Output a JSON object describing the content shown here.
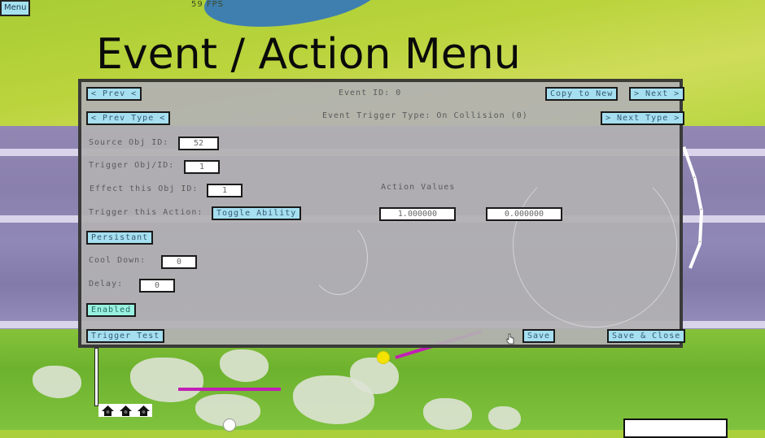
{
  "hud": {
    "menu_label": "Menu",
    "fps": "59 FPS",
    "title": "Event / Action Menu"
  },
  "dialog": {
    "prev_label": "< Prev <",
    "event_id_label": "Event ID: 0",
    "copy_to_new_label": "Copy to New",
    "next_label": "> Next >",
    "prev_type_label": "< Prev Type <",
    "trigger_type_label": "Event Trigger Type: On Collision (0)",
    "next_type_label": "> Next Type >",
    "source_obj_label": "Source Obj ID:",
    "source_obj_value": "52",
    "trigger_obj_label": "Trigger Obj/ID:",
    "trigger_obj_value": "1",
    "effect_obj_label": "Effect this Obj ID:",
    "effect_obj_value": "1",
    "trigger_action_label": "Trigger this Action:",
    "trigger_action_value": "Toggle Ability",
    "action_values_label": "Action Values",
    "action_value_1": "1.000000",
    "action_value_2": "0.000000",
    "persistent_label": "Persistant",
    "cooldown_label": "Cool Down:",
    "cooldown_value": "0",
    "delay_label": "Delay:",
    "delay_value": "0",
    "enabled_label": "Enabled",
    "trigger_test_label": "Trigger Test",
    "save_label": "Save",
    "save_close_label": "Save & Close"
  },
  "scene": {
    "lives_icons": [
      "house-icon",
      "house-icon",
      "house-icon"
    ],
    "colors": {
      "button_bg": "#a5dff0",
      "enabled_bg": "#98f0e0",
      "dialog_bg": "#b2b0b2",
      "pink_bar": "#c21fb5",
      "ball_yellow": "#f4e300"
    }
  }
}
